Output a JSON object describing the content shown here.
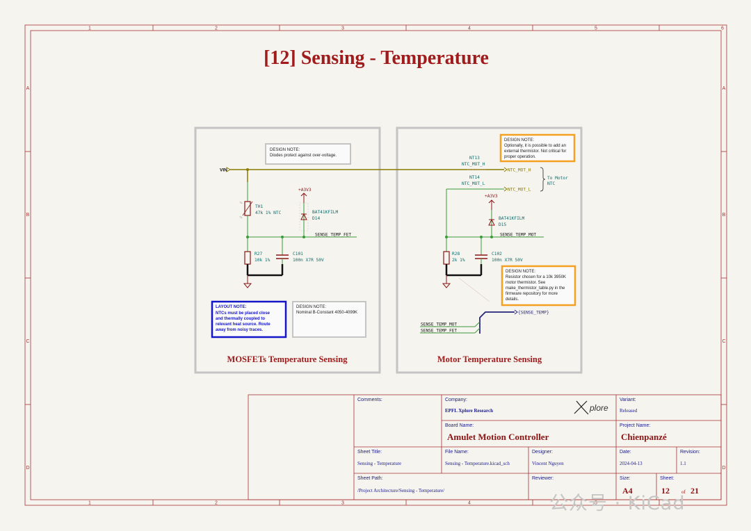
{
  "colors": {
    "frame": "#a83232",
    "title": "#a01c1c",
    "wire": "#3a9a3a",
    "bus": "#25257a",
    "power": "#8a7a00",
    "component": "#8b1414",
    "label_text": "#0f6a6a",
    "note_gray": "#bdbdbd",
    "note_orange": "#f5a020",
    "note_blue": "#1414c8",
    "tb_text": "#1a1a8a",
    "tb_value": "#8b1414"
  },
  "border": {
    "columns": [
      "1",
      "2",
      "3",
      "4",
      "5",
      "6"
    ],
    "rows": [
      "A",
      "B",
      "C",
      "D"
    ]
  },
  "title": "[12] Sensing - Temperature",
  "mosfet_panel": {
    "caption": "MOSFETs Temperature Sensing",
    "design_note_1": {
      "title": "DESIGN NOTE:",
      "body": "Diodes protect against over-voltage."
    },
    "vin": "VIN",
    "th1": {
      "ref": "TH1",
      "value": "47k 1% NTC"
    },
    "supply": "+A3V3",
    "d14": {
      "part": "BAT41KFILM",
      "ref": "D14"
    },
    "net": "SENSE_TEMP_FET",
    "r27": {
      "ref": "R27",
      "value": "10k 1%"
    },
    "c101": {
      "ref": "C101",
      "value": "100n X7R 50V"
    },
    "layout_note": {
      "title": "LAYOUT NOTE:",
      "lines": [
        "NTCs must be placed close",
        "and thermally coupled to",
        "relevant heat source. Route",
        "away from noisy traces."
      ]
    },
    "design_note_2": {
      "title": "DESIGN NOTE:",
      "body": "Nominal B-Constant 4050-4099K"
    }
  },
  "motor_panel": {
    "caption": "Motor Temperature Sensing",
    "design_note_top": {
      "title": "DESIGN NOTE:",
      "lines": [
        "Optionally, it is possible to add an",
        "external thermistor. Not critical for",
        "proper operation."
      ]
    },
    "nt13": {
      "ref": "NT13",
      "net": "NTC_MOT_H"
    },
    "nt14": {
      "ref": "NT14",
      "net": "NTC_MOT_L"
    },
    "label_h": "NTC_MOT_H",
    "label_l": "NTC_MOT_L",
    "to_motor": [
      "To Motor",
      "NTC"
    ],
    "supply": "+A3V3",
    "d15": {
      "part": "BAT41KFILM",
      "ref": "D15"
    },
    "net": "SENSE_TEMP_MOT",
    "r28": {
      "ref": "R28",
      "value": "2k 1%"
    },
    "c102": {
      "ref": "C102",
      "value": "100n X7R 50V"
    },
    "design_note_resistor": {
      "title": "DESIGN NOTE:",
      "lines": [
        "Resistor chosen for a 10k 3950K",
        "motor thermistor. See",
        "make_thermistor_table.py in the",
        "firmware repository for more",
        "details."
      ]
    },
    "bus_label": "{SENSE_TEMP}",
    "bus_entries": [
      "SENSE_TEMP_MOT",
      "SENSE_TEMP_FET"
    ]
  },
  "title_block": {
    "comments_label": "Comments:",
    "company_label": "Company:",
    "company": "EPFL Xplore Research",
    "logo_text": "plore",
    "variant_label": "Variant:",
    "variant": "Released",
    "board_label": "Board Name:",
    "board": "Amulet Motion Controller",
    "project_label": "Project Name:",
    "project": "Chienpanzé",
    "sheet_title_label": "Sheet Title:",
    "sheet_title": "Sensing - Temperature",
    "file_label": "File Name:",
    "file": "Sensing - Temperature.kicad_sch",
    "designer_label": "Designer:",
    "designer": "Vincent Nguyen",
    "date_label": "Date:",
    "date": "2024-04-13",
    "revision_label": "Revision:",
    "revision": "1.1",
    "path_label": "Sheet Path:",
    "path": "/Project Architecture/Sensing - Temperature/",
    "reviewer_label": "Reviewer:",
    "reviewer": "",
    "size_label": "Size:",
    "size": "A4",
    "sheet_label": "Sheet:",
    "sheet": "12",
    "of": "of",
    "total": "21"
  },
  "watermark": "公众号 · KiCad"
}
